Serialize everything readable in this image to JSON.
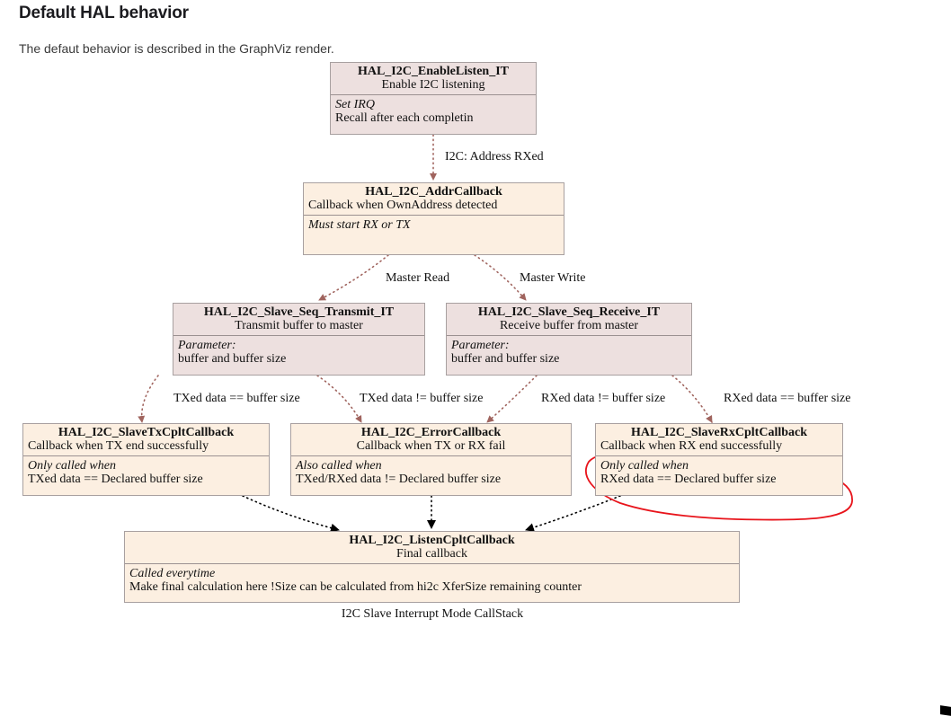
{
  "page": {
    "title": "Default HAL behavior",
    "description": "The defaut behavior is described in the GraphViz render."
  },
  "graph": {
    "caption": "I2C Slave Interrupt Mode CallStack",
    "colors": {
      "call_node_fill": "#ede0df",
      "callback_node_fill": "#fcefe1",
      "node_border": "#a8a0a0",
      "edge_call": "#a0645e",
      "edge_final": "#000000",
      "annotation": "#e8141b"
    },
    "nodes": {
      "enable_listen": {
        "name": "HAL_I2C_EnableListen_IT",
        "desc": "Enable I2C listening",
        "note": "Set IRQ",
        "detail": "Recall after each completin"
      },
      "addr_callback": {
        "name": "HAL_I2C_AddrCallback",
        "desc": "Callback when OwnAddress detected",
        "note": "Must start RX or TX",
        "detail": ""
      },
      "seq_transmit": {
        "name": "HAL_I2C_Slave_Seq_Transmit_IT",
        "desc": "Transmit buffer to master",
        "note": "Parameter:",
        "detail": "buffer and buffer size"
      },
      "seq_receive": {
        "name": "HAL_I2C_Slave_Seq_Receive_IT",
        "desc": "Receive buffer from master",
        "note": "Parameter:",
        "detail": "buffer and buffer size"
      },
      "tx_cplt": {
        "name": "HAL_I2C_SlaveTxCpltCallback",
        "desc": "Callback when TX end successfully",
        "note": "Only called when",
        "detail": "TXed data == Declared buffer size"
      },
      "error_cb": {
        "name": "HAL_I2C_ErrorCallback",
        "desc": "Callback when TX or RX fail",
        "note": "Also called when",
        "detail": "TXed/RXed data != Declared buffer size"
      },
      "rx_cplt": {
        "name": "HAL_I2C_SlaveRxCpltCallback",
        "desc": "Callback when RX end successfully",
        "note": "Only called when",
        "detail": "RXed data == Declared buffer size"
      },
      "listen_cplt": {
        "name": "HAL_I2C_ListenCpltCallback",
        "desc": "Final callback",
        "note": "Called everytime",
        "detail": "Make final calculation here !Size can be calculated from hi2c XferSize remaining counter"
      }
    },
    "edges": [
      {
        "from": "enable_listen",
        "to": "addr_callback",
        "label": "I2C: Address RXed"
      },
      {
        "from": "addr_callback",
        "to": "seq_transmit",
        "label": "Master Read"
      },
      {
        "from": "addr_callback",
        "to": "seq_receive",
        "label": "Master Write"
      },
      {
        "from": "seq_transmit",
        "to": "tx_cplt",
        "label": "TXed data == buffer size"
      },
      {
        "from": "seq_transmit",
        "to": "error_cb",
        "label": "TXed data != buffer size"
      },
      {
        "from": "seq_receive",
        "to": "error_cb",
        "label": "RXed data != buffer size"
      },
      {
        "from": "seq_receive",
        "to": "rx_cplt",
        "label": "RXed data == buffer size"
      },
      {
        "from": "tx_cplt",
        "to": "listen_cplt",
        "label": ""
      },
      {
        "from": "error_cb",
        "to": "listen_cplt",
        "label": ""
      },
      {
        "from": "rx_cplt",
        "to": "listen_cplt",
        "label": ""
      }
    ],
    "annotation": {
      "type": "hand-drawn-circle",
      "target": "rx_cplt body"
    }
  }
}
